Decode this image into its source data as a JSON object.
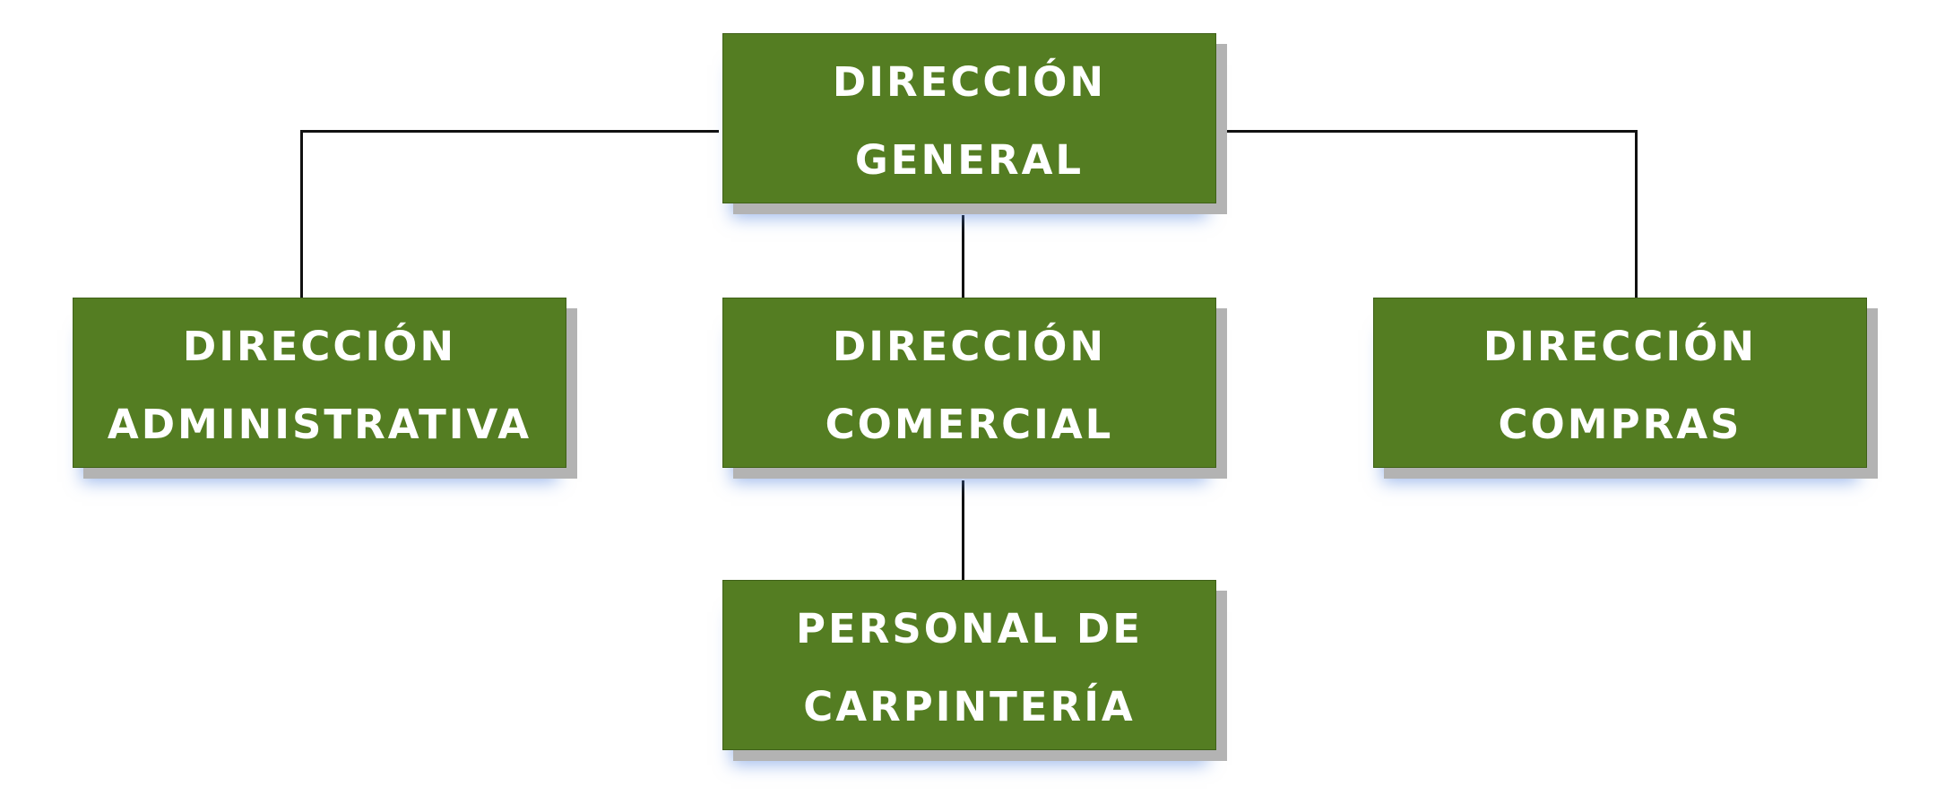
{
  "chart": {
    "nodes": {
      "general": {
        "line1": "DIRECCIÓN",
        "line2": "GENERAL"
      },
      "administrativa": {
        "line1": "DIRECCIÓN",
        "line2": "ADMINISTRATIVA"
      },
      "comercial": {
        "line1": "DIRECCIÓN",
        "line2": "COMERCIAL"
      },
      "compras": {
        "line1": "DIRECCIÓN",
        "line2": "COMPRAS"
      },
      "carpinteria": {
        "line1": "PERSONAL DE",
        "line2": "CARPINTERÍA"
      }
    },
    "edges": [
      {
        "from": "general",
        "to": "administrativa"
      },
      {
        "from": "general",
        "to": "comercial"
      },
      {
        "from": "general",
        "to": "compras"
      },
      {
        "from": "comercial",
        "to": "carpinteria"
      }
    ]
  },
  "colors": {
    "box_fill": "#547d22",
    "box_text": "#ffffff",
    "shadow": "#b3b3b3",
    "connector": "#111111"
  }
}
